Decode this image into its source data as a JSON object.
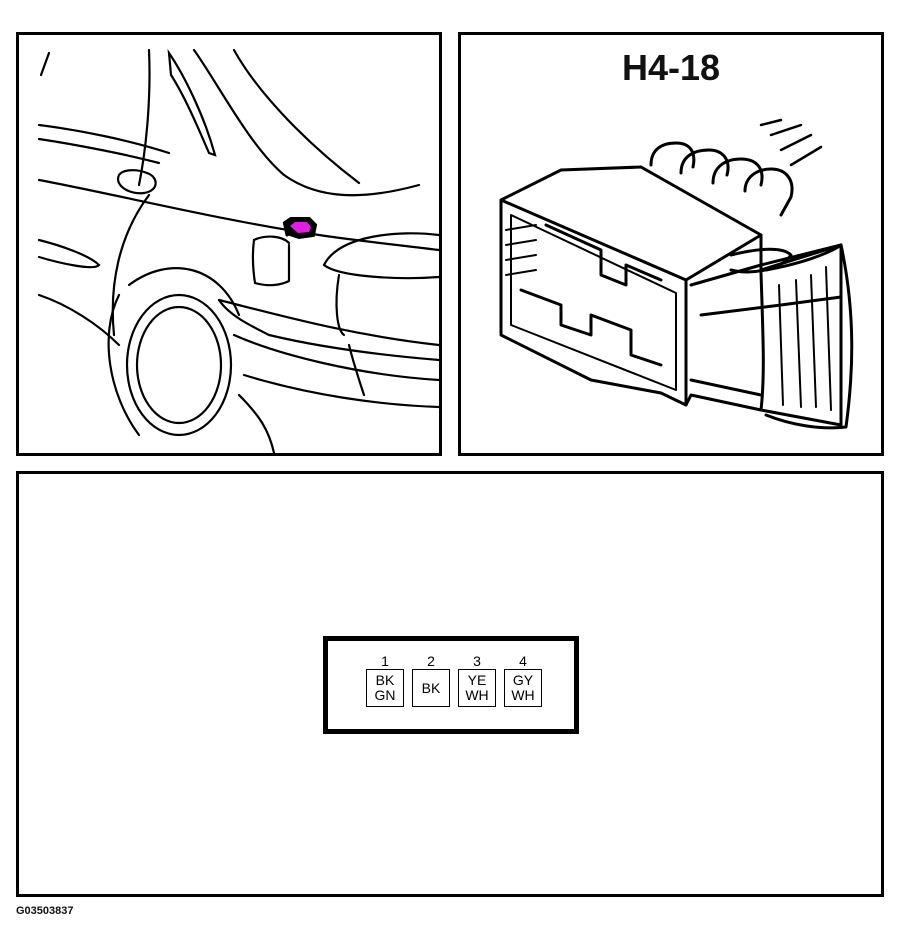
{
  "location_panel": {
    "highlight_color": "#e020e0",
    "description": "Vehicle rear quarter view with connector location highlighted"
  },
  "connector_panel": {
    "title": "H4-18"
  },
  "face_panel": {
    "pins": [
      {
        "number": "1",
        "line1": "BK",
        "line2": "GN"
      },
      {
        "number": "2",
        "line1": "BK",
        "line2": ""
      },
      {
        "number": "3",
        "line1": "YE",
        "line2": "WH"
      },
      {
        "number": "4",
        "line1": "GY",
        "line2": "WH"
      }
    ]
  },
  "footer": {
    "figure_code": "G03503837"
  }
}
